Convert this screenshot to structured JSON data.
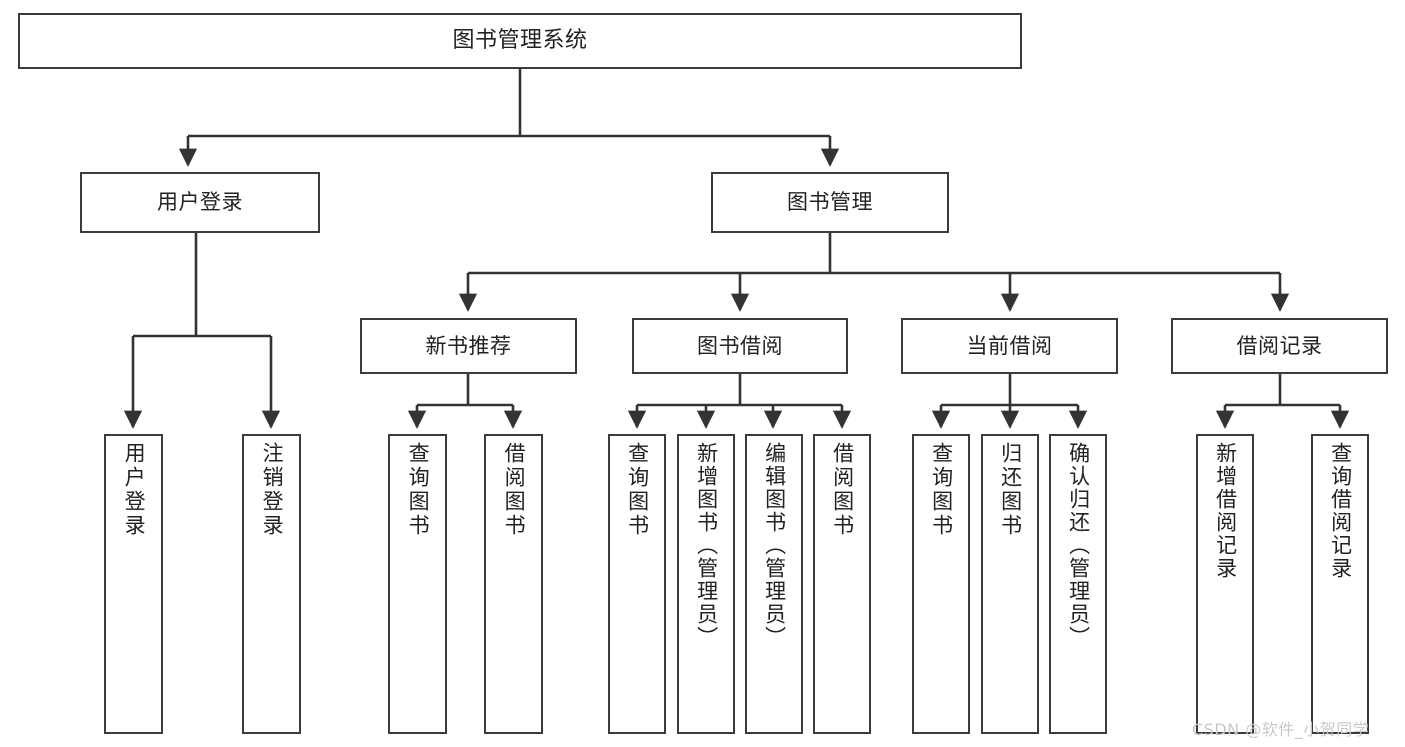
{
  "diagram": {
    "type": "tree-hierarchy",
    "title": "图书管理系统",
    "orientation": "top-down",
    "colors": {
      "box_border": "#3b3b3b",
      "box_fill": "#ffffff",
      "connector": "#333333",
      "text": "#222222",
      "watermark": "#c9c9c9"
    },
    "root": {
      "label": "图书管理系统"
    },
    "level1": [
      {
        "label": "用户登录"
      },
      {
        "label": "图书管理"
      }
    ],
    "level2": [
      {
        "label": "新书推荐"
      },
      {
        "label": "图书借阅"
      },
      {
        "label": "当前借阅"
      },
      {
        "label": "借阅记录"
      }
    ],
    "leaves": {
      "user_login": [
        {
          "label": "用户登录"
        },
        {
          "label": "注销登录"
        }
      ],
      "new_book": [
        {
          "label": "查询图书"
        },
        {
          "label": "借阅图书"
        }
      ],
      "book_borrow": [
        {
          "label": "查询图书"
        },
        {
          "label": "新增图书（管理员）"
        },
        {
          "label": "编辑图书（管理员）"
        },
        {
          "label": "借阅图书"
        }
      ],
      "current_borrow": [
        {
          "label": "查询图书"
        },
        {
          "label": "归还图书"
        },
        {
          "label": "确认归还（管理员）"
        }
      ],
      "borrow_record": [
        {
          "label": "新增借阅记录"
        },
        {
          "label": "查询借阅记录"
        }
      ]
    }
  },
  "watermark": {
    "text": "CSDN @软件_小贺同学"
  }
}
